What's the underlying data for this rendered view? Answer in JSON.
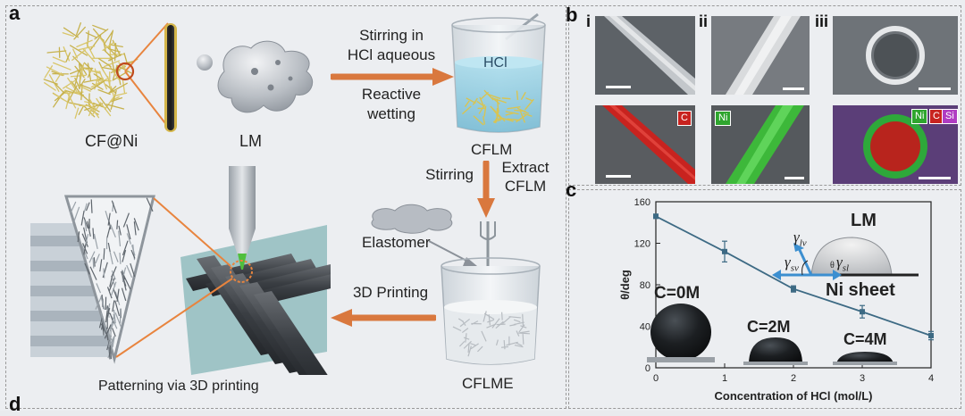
{
  "panel_a": {
    "letter": "a",
    "cf_ni_label": "CF@Ni",
    "lm_label": "LM",
    "step1_line1": "Stirring in",
    "step1_line2": "HCl aqueous",
    "step2_line1": "Reactive",
    "step2_line2": "wetting",
    "beaker1_liquid": "HCl",
    "cflm_label": "CFLM",
    "stirring_label": "Stirring",
    "extract_line1": "Extract",
    "extract_line2": "CFLM",
    "elastomer_label": "Elastomer",
    "printing_label": "3D Printing",
    "cflme_label": "CFLME",
    "patterning_label": "Patterning via 3D printing"
  },
  "panel_b": {
    "letter": "b",
    "col_i": "i",
    "col_ii": "ii",
    "col_iii": "iii",
    "tag_c": "C",
    "tag_ni": "Ni",
    "tags_iii": [
      "Ni",
      "C",
      "Si"
    ]
  },
  "panel_c": {
    "letter": "c",
    "lm_label": "LM",
    "gamma_lv": "γ",
    "gamma_lv_sub": "lv",
    "gamma_sv": "γ",
    "gamma_sv_sub": "sv",
    "theta": "θ",
    "gamma_sl": "γ",
    "gamma_sl_sub": "sl",
    "ni_sheet_label": "Ni sheet",
    "drop_labels": [
      "C=0M",
      "C=2M",
      "C=4M"
    ]
  },
  "panel_d": {
    "letter": "d"
  },
  "chart_data": {
    "type": "line",
    "title": "",
    "xlabel": "Concentration of HCl (mol/L)",
    "ylabel": "θ/deg",
    "xlim": [
      0,
      4
    ],
    "ylim": [
      0,
      160
    ],
    "xticks": [
      0,
      1,
      2,
      3,
      4
    ],
    "yticks": [
      0,
      40,
      80,
      120,
      160
    ],
    "grid": false,
    "x": [
      0,
      1,
      2,
      3,
      4
    ],
    "values": [
      146,
      112,
      76,
      54,
      31
    ],
    "errors": [
      2,
      10,
      3,
      6,
      4
    ],
    "colors": {
      "line": "#3d6a84",
      "axis": "#222222"
    }
  }
}
